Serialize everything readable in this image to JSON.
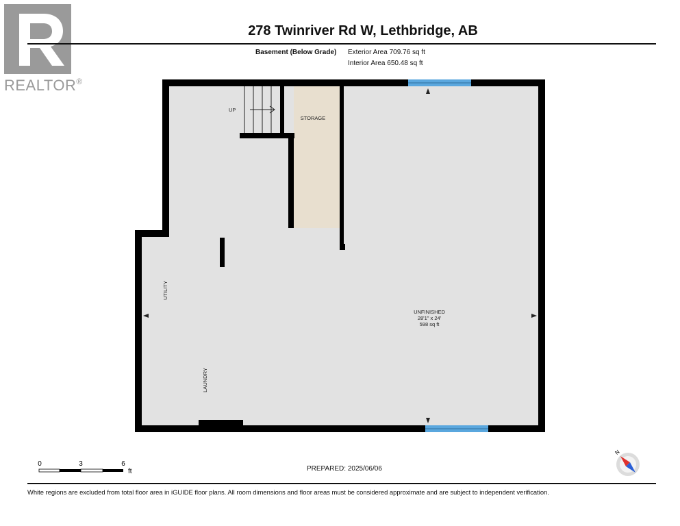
{
  "logo": {
    "text": "REALTOR",
    "mark": "®"
  },
  "header": {
    "address": "278 Twinriver Rd W, Lethbridge, AB"
  },
  "areas": {
    "level": "Basement (Below Grade)",
    "exterior": "Exterior Area 709.76 sq ft",
    "interior": "Interior Area 650.48 sq ft"
  },
  "rooms": {
    "stairs_label": "UP",
    "storage": "STORAGE",
    "utility": "UTILITY",
    "laundry": "LAUNDRY",
    "unfinished": {
      "name": "UNFINISHED",
      "dimensions": "28'1\" x 24'",
      "area": "598 sq ft"
    }
  },
  "colors": {
    "wall": "#000000",
    "floor": "#e2e2e2",
    "storage": "#e8dfcf",
    "window": "#5aa7de"
  },
  "scale": {
    "labels": [
      "0",
      "3",
      "6"
    ],
    "unit": "ft"
  },
  "compass": {
    "label": "N"
  },
  "prepared": "PREPARED: 2025/06/06",
  "footer": "White regions are excluded from total floor area in iGUIDE floor plans. All room dimensions and floor areas must be considered approximate and are subject to independent verification."
}
